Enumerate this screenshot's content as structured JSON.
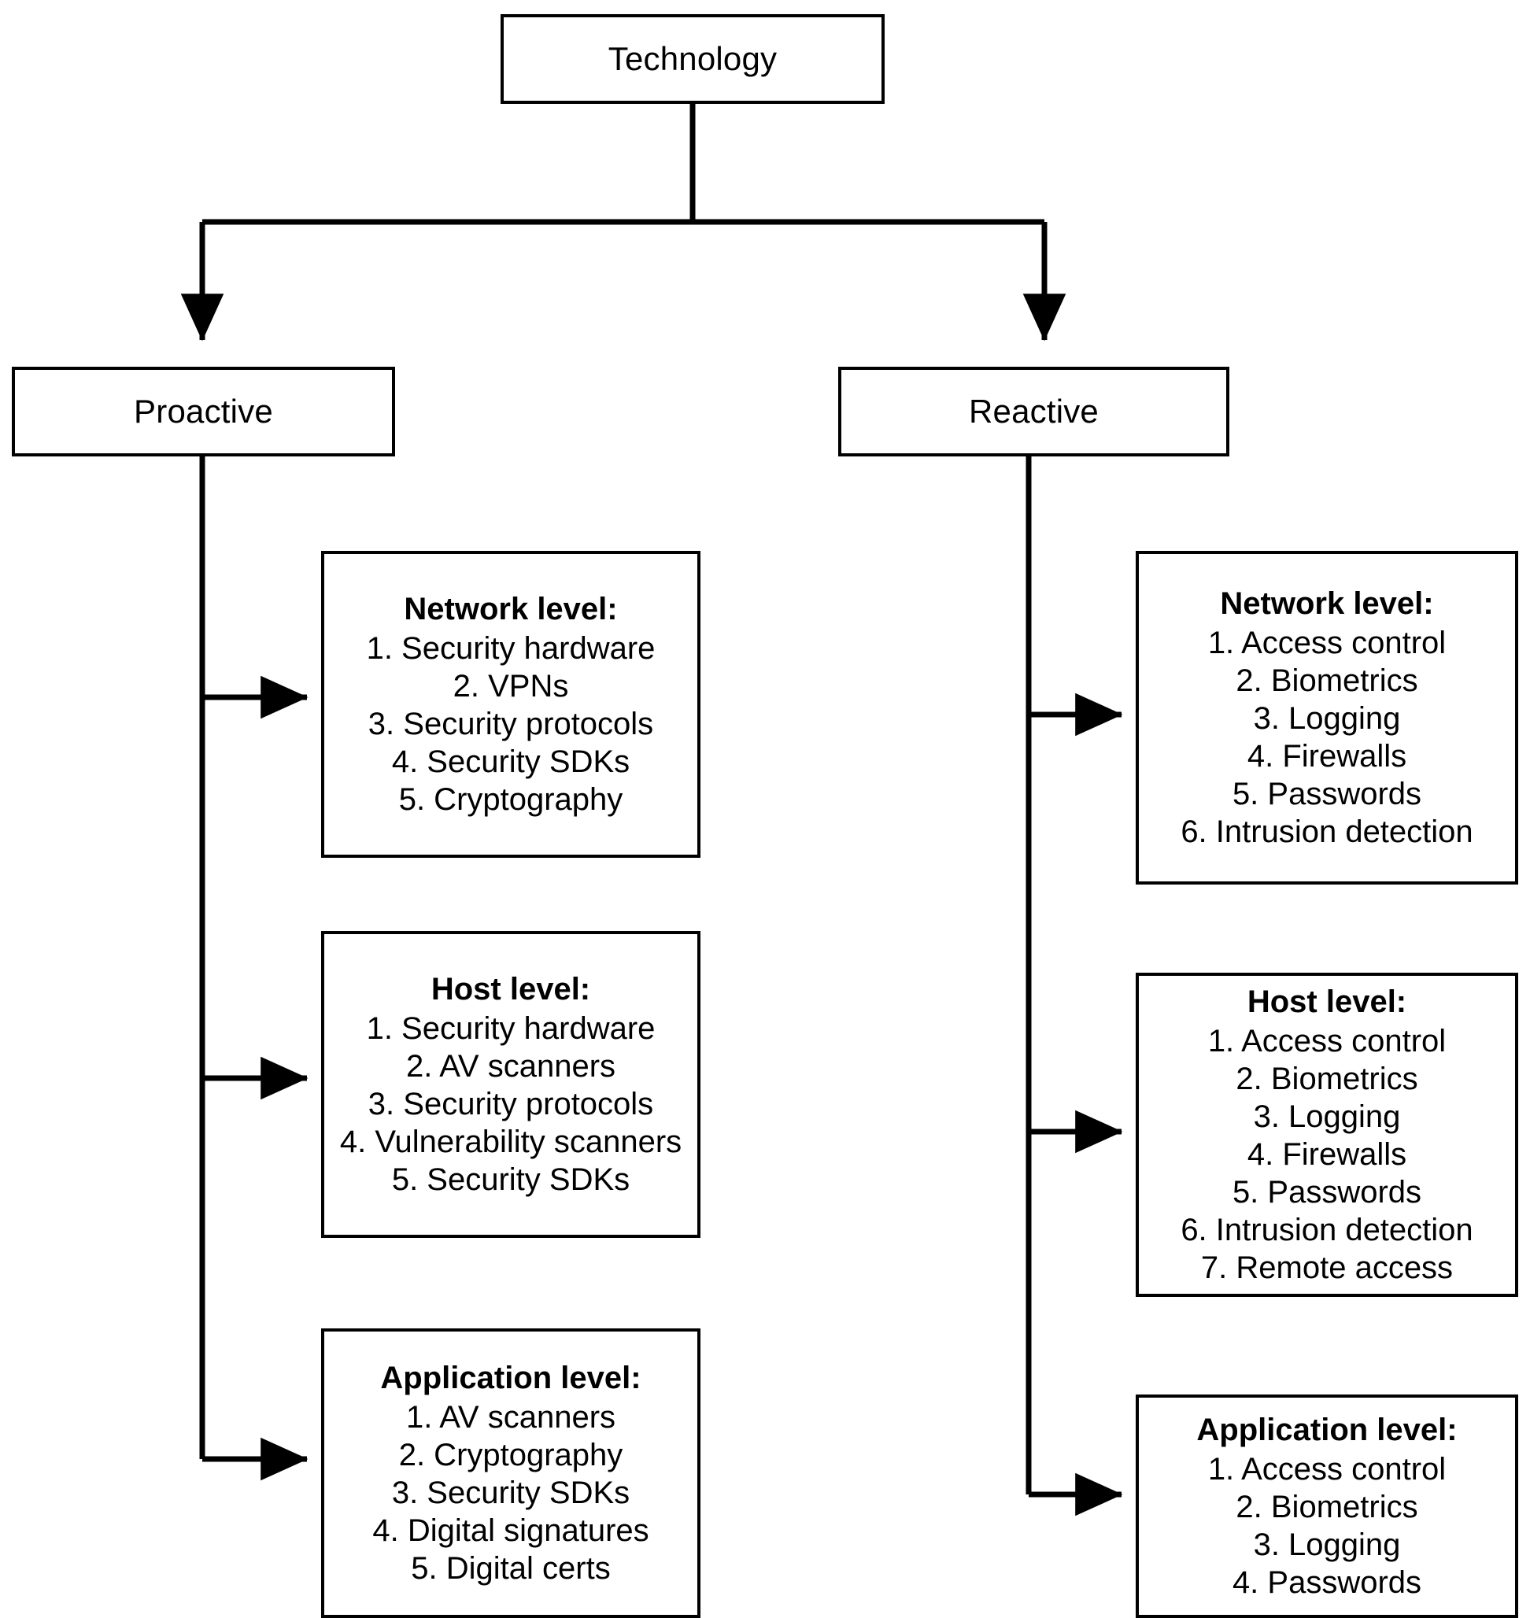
{
  "diagram": {
    "title": "Technology",
    "root": {
      "label": "Technology"
    },
    "branches": [
      {
        "label": "Proactive"
      },
      {
        "label": "Reactive"
      }
    ],
    "proactive": {
      "network": {
        "heading": "Network level:",
        "items": [
          "1. Security hardware",
          "2. VPNs",
          "3. Security protocols",
          "4. Security SDKs",
          "5. Cryptography"
        ]
      },
      "host": {
        "heading": "Host level:",
        "items": [
          "1. Security hardware",
          "2. AV scanners",
          "3. Security protocols",
          "4. Vulnerability scanners",
          "5. Security SDKs"
        ]
      },
      "application": {
        "heading": "Application level:",
        "items": [
          "1. AV scanners",
          "2. Cryptography",
          "3. Security SDKs",
          "4. Digital signatures",
          "5. Digital certs"
        ]
      }
    },
    "reactive": {
      "network": {
        "heading": "Network level:",
        "items": [
          "1. Access control",
          "2. Biometrics",
          "3. Logging",
          "4. Firewalls",
          "5. Passwords",
          "6. Intrusion detection"
        ]
      },
      "host": {
        "heading": "Host level:",
        "items": [
          "1. Access control",
          "2. Biometrics",
          "3. Logging",
          "4. Firewalls",
          "5. Passwords",
          "6. Intrusion detection",
          "7. Remote access"
        ]
      },
      "application": {
        "heading": "Application level:",
        "items": [
          "1. Access control",
          "2. Biometrics",
          "3. Logging",
          "4. Passwords"
        ]
      }
    },
    "colors": {
      "stroke": "#000000",
      "background": "#ffffff",
      "text": "#000000"
    }
  }
}
